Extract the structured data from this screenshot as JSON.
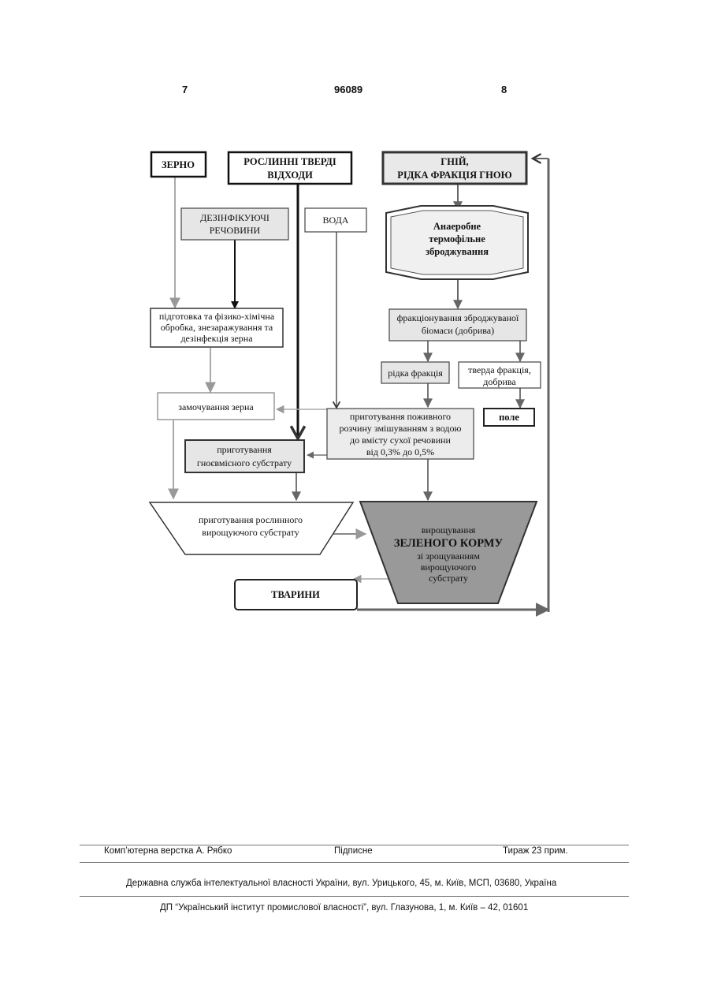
{
  "header": {
    "page_left": "7",
    "patent_number": "96089",
    "page_right": "8"
  },
  "diagram": {
    "grain": "ЗЕРНО",
    "plant_waste": [
      "РОСЛИННІ ТВЕРДІ",
      "ВІДХОДИ"
    ],
    "manure": [
      "ГНІЙ,",
      "РІДКА ФРАКЦІЯ ГНОЮ"
    ],
    "disinfectants": [
      "ДЕЗІНФІКУЮЧІ",
      "РЕЧОВИНИ"
    ],
    "water": "ВОДА",
    "anaerobic": [
      "Анаеробне",
      "термофільне",
      "зброджування"
    ],
    "grain_treatment": [
      "підготовка та фізико-хімічна",
      "обробка, знезаражування та",
      "дезінфекція зерна"
    ],
    "fractionation": [
      "фракціонування зброджуваної",
      "біомаси (добрива)"
    ],
    "liquid_fraction": "рідка фракція",
    "solid_fraction": [
      "тверда фракція,",
      "добрива"
    ],
    "field": "поле",
    "soaking": "замочування зерна",
    "nutrient_solution": [
      "приготування поживного",
      "розчину змішуванням з водою",
      "до вмісту сухої речовини",
      "від 0,3% до 0,5%"
    ],
    "manure_substrate": [
      "приготування",
      "гноєвмісного субстрату"
    ],
    "plant_substrate": [
      "приготування рослинного",
      "вирощуючого субстрату"
    ],
    "green_feed": [
      "вирощування",
      "ЗЕЛЕНОГО КОРМУ",
      "зі зрощуванням",
      "вирощуючого",
      "субстрату"
    ],
    "animals": "ТВАРИНИ"
  },
  "footer": {
    "layout_by": "Комп’ютерна верстка А. Рябко",
    "signed": "Підписне",
    "circulation": "Тираж 23 прим.",
    "agency": "Державна служба інтелектуальної власності України, вул. Урицького, 45, м. Київ, МСП, 03680, Україна",
    "institute": "ДП “Український інститут промислової власності”, вул. Глазунова, 1, м. Київ – 42, 01601"
  }
}
